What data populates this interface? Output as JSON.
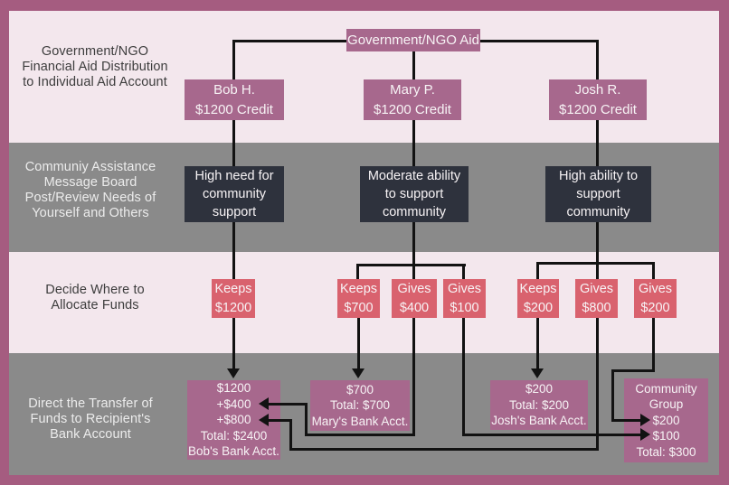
{
  "palette": {
    "frame": "#a55c80",
    "band_pink": "#f3e7ed",
    "band_gray": "#8a8a8a",
    "node_mauve": "#a7688d",
    "node_red": "#d9626e",
    "node_dark": "#2e323d",
    "connector": "#121212",
    "label_dark_text": "#3d3d3d",
    "label_light_text": "#ececec",
    "node_text": "#f7f3f5"
  },
  "stage_labels": [
    {
      "text": "Government/NGO\nFinancial Aid Distribution\nto Individual Aid Account"
    },
    {
      "text": "Communiy Assistance\nMessage Board\nPost/Review Needs of\nYourself and Others"
    },
    {
      "text": "Decide Where to\nAllocate Funds"
    },
    {
      "text": "Direct the Transfer of\nFunds to Recipient's\nBank Account"
    }
  ],
  "nodes": {
    "source": {
      "text": "Government/NGO Aid"
    },
    "credits": [
      {
        "text": "Bob H.\n$1200 Credit"
      },
      {
        "text": "Mary P.\n$1200 Credit"
      },
      {
        "text": "Josh R.\n$1200 Credit"
      }
    ],
    "assessments": [
      {
        "text": "High need for\ncommunity\nsupport"
      },
      {
        "text": "Moderate ability\nto support\ncommunity"
      },
      {
        "text": "High ability to\nsupport\ncommunity"
      }
    ],
    "allocations": [
      {
        "text": "Keeps\n$1200"
      },
      {
        "text": "Keeps\n$700"
      },
      {
        "text": "Gives\n$400"
      },
      {
        "text": "Gives\n$100"
      },
      {
        "text": "Keeps\n$200"
      },
      {
        "text": "Gives\n$800"
      },
      {
        "text": "Gives\n$200"
      }
    ],
    "transfers": [
      {
        "text": "$1200\n+$400\n+$800\nTotal: $2400\nBob's Bank Acct."
      },
      {
        "text": "$700\nTotal: $700\nMary's Bank Acct."
      },
      {
        "text": "$200\nTotal: $200\nJosh's Bank Acct."
      },
      {
        "text": "Community\nGroup\n$200\n$100\nTotal: $300"
      }
    ]
  }
}
